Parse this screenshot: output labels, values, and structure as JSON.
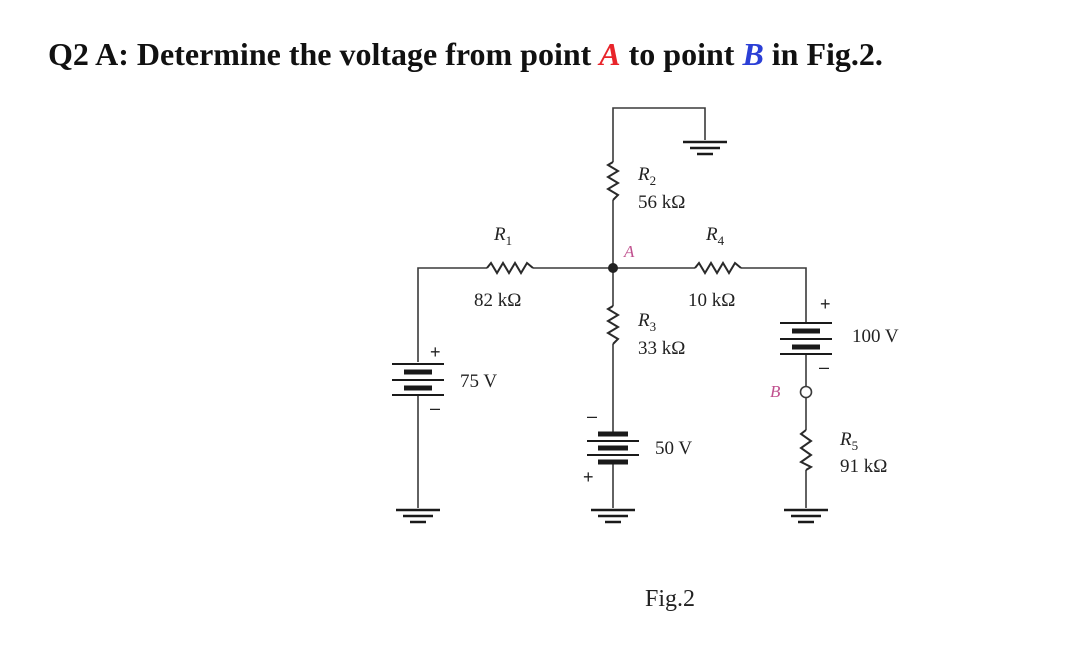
{
  "question": {
    "prefix": "Q2 A: Determine the voltage from point ",
    "point_a": "A",
    "middle": " to point ",
    "point_b": "B",
    "suffix": " in Fig.2."
  },
  "colors": {
    "point_a": "#e8242a",
    "point_b": "#2b3fd6",
    "point_label": "#c0508e"
  },
  "circuit": {
    "r1": {
      "name": "R",
      "sub": "1",
      "value": "82 kΩ"
    },
    "r2": {
      "name": "R",
      "sub": "2",
      "value": "56 kΩ"
    },
    "r3": {
      "name": "R",
      "sub": "3",
      "value": "33 kΩ"
    },
    "r4": {
      "name": "R",
      "sub": "4",
      "value": "10 kΩ"
    },
    "r5": {
      "name": "R",
      "sub": "5",
      "value": "91 kΩ"
    },
    "v1": {
      "value": "75 V",
      "plus": "+",
      "minus": "–"
    },
    "v2": {
      "value": "50 V",
      "plus": "+",
      "minus": "–"
    },
    "v3": {
      "value": "100 V",
      "plus": "+",
      "minus": "–"
    },
    "node_a": "A",
    "node_b": "B"
  },
  "caption": "Fig.2"
}
